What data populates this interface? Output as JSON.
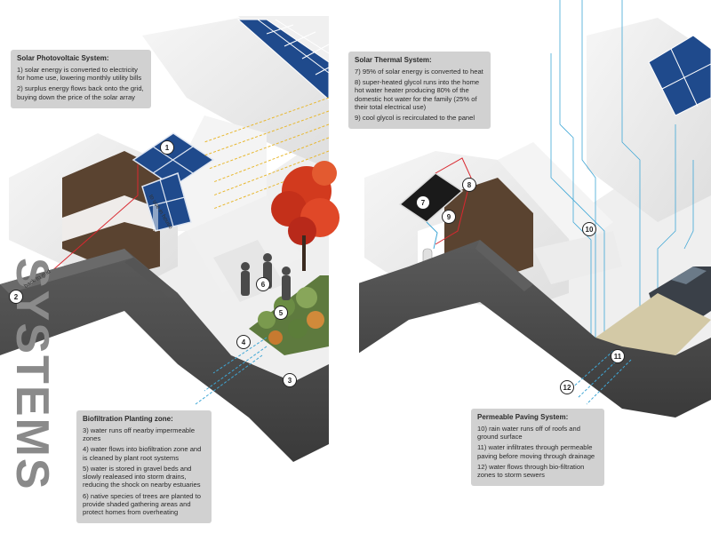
{
  "title": "SYSTEMS",
  "colors": {
    "ground": "#4a4a4a",
    "wood": "#5a4330",
    "solar_panel": "#1f4a8c",
    "tree": "#d23a1e",
    "water_flow": "#3fa7d6",
    "sun_rays": "#e8b830",
    "glycol": "#d9282f"
  },
  "panels": {
    "pv": {
      "title": "Solar Photovoltaic System:",
      "items": [
        "1) solar energy is converted to electricity for home use, lowering monthly utility bills",
        "2) surplus energy flows back onto the grid, buying down the price of the solar array"
      ]
    },
    "thermal": {
      "title": "Solar Thermal System:",
      "items": [
        "7) 95% of solar energy is converted to heat",
        "8) super-heated glycol runs into the home hot water heater producing 80% of the domestic hot water for the family (25% of their total electrical use)",
        "9) cool glycol is recirculated to the panel"
      ]
    },
    "bio": {
      "title": "Biofiltration Planting zone:",
      "items": [
        "3) water runs off nearby impermeable zones",
        "4) water flows into biofiltration zone and is cleaned by plant root systems",
        "5) water is stored in gravel beds and slowly realeased into storm drains, reducing the shock on nearby estuaries",
        "6) native species of trees are planted to provide shaded gathering areas and protect homes from overheating"
      ]
    },
    "paving": {
      "title": "Permeable Paving System:",
      "items": [
        "10) rain water runs off of roofs and ground surface",
        "11) water infiltrates through permeable paving before moving through drainage",
        "12) water flows through bio-filtration zones to storm sewers"
      ]
    }
  },
  "markers": [
    "1",
    "2",
    "3",
    "4",
    "5",
    "6",
    "7",
    "8",
    "9",
    "10",
    "11",
    "12"
  ],
  "labels": {
    "back_to_grid": "back to grid",
    "to_use_in_house": "to use in house"
  }
}
